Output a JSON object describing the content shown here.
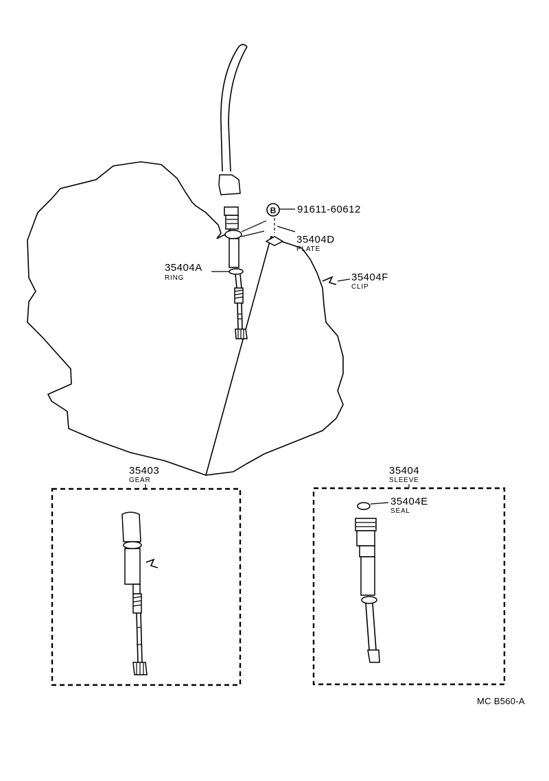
{
  "labels": {
    "bolt_symbol": "B",
    "bolt": "91611-60612",
    "plate_no": "35404D",
    "plate_name": "PLATE",
    "ring_no": "35404A",
    "ring_name": "RING",
    "clip_no": "35404F",
    "clip_name": "CLIP",
    "gear_no": "35403",
    "gear_name": "GEAR",
    "sleeve_no": "35404",
    "sleeve_name": "SLEEVE",
    "seal_no": "35404E",
    "seal_name": "SEAL",
    "drawing_code": "MC B560-A"
  }
}
